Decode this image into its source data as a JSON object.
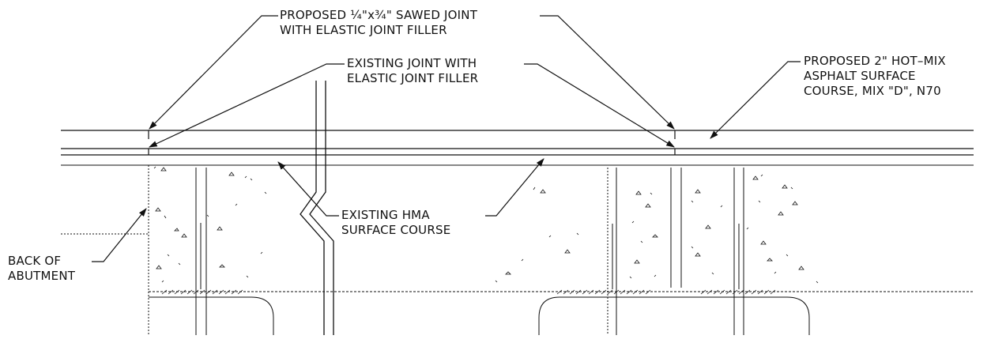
{
  "labels": {
    "sawed_joint": {
      "line1": "PROPOSED ¼\"x¾\" SAWED JOINT",
      "line2": "WITH ELASTIC JOINT FILLER"
    },
    "existing_joint": {
      "line1": "EXISTING JOINT WITH",
      "line2": "ELASTIC JOINT FILLER"
    },
    "proposed_hma": {
      "line1": "PROPOSED 2\" HOT–MIX",
      "line2": "ASPHALT SURFACE",
      "line3": "COURSE, MIX \"D\", N70"
    },
    "existing_hma": {
      "line1": "EXISTING HMA",
      "line2": "SURFACE COURSE"
    },
    "back_of_abutment": {
      "line1": "BACK OF",
      "line2": "ABUTMENT"
    }
  },
  "colors": {
    "line": "#111111",
    "background": "#ffffff"
  }
}
